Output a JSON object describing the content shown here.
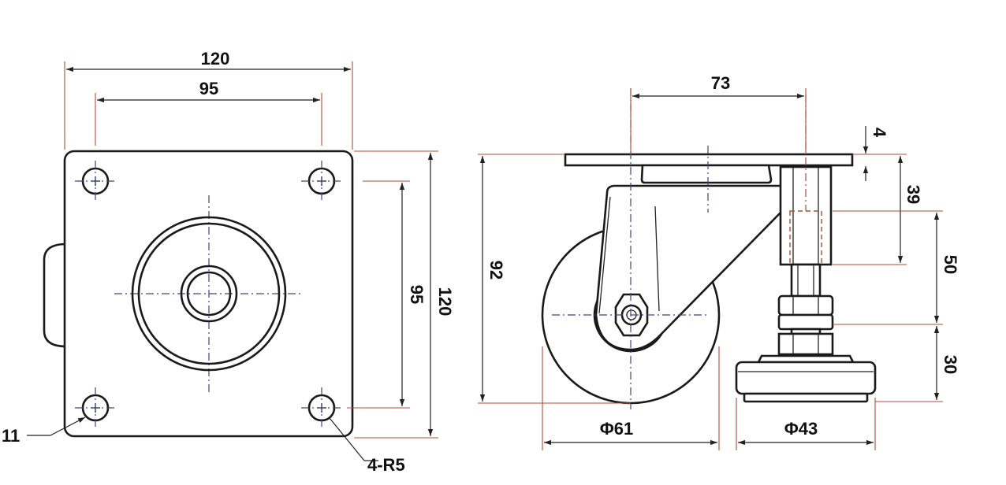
{
  "top_view": {
    "overall_width": "120",
    "hole_spacing_width": "95",
    "hole_spacing_height": "95",
    "overall_height": "120",
    "hole_label": "11",
    "corner_label": "4-R5"
  },
  "side_view": {
    "offset": "73",
    "plate_thickness": "4",
    "overall_height": "92",
    "dim_39": "39",
    "dim_50": "50",
    "dim_30": "30",
    "wheel_diameter": "Φ61",
    "pad_diameter": "Φ43"
  }
}
